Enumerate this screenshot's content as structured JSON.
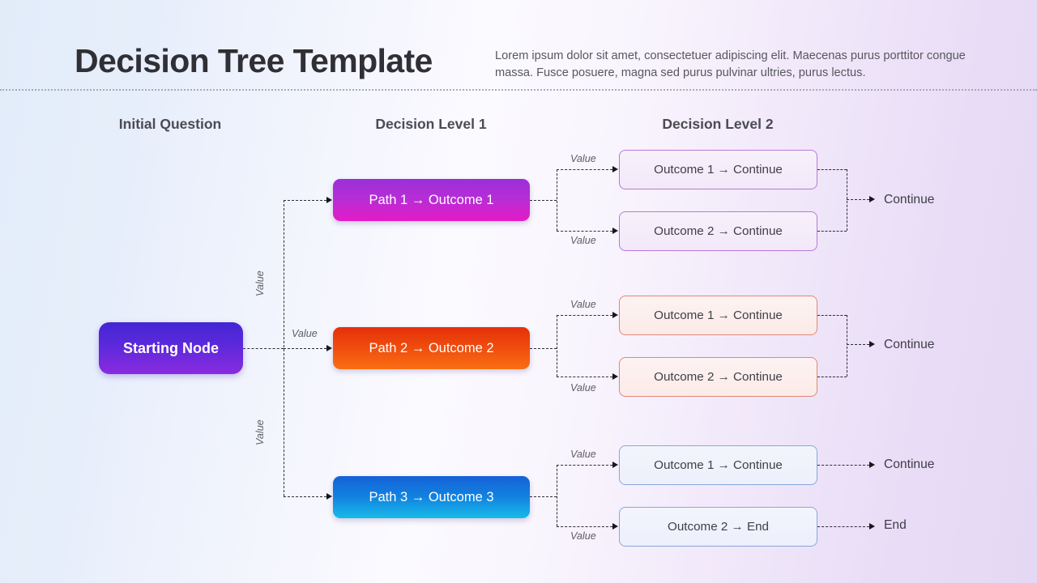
{
  "header": {
    "title": "Decision Tree Template",
    "description": "Lorem ipsum dolor sit amet, consectetuer adipiscing elit. Maecenas purus porttitor congue massa. Fusce posuere, magna sed purus pulvinar ultries, purus lectus."
  },
  "columns": [
    {
      "label": "Initial Question"
    },
    {
      "label": "Decision Level 1"
    },
    {
      "label": "Decision Level 2"
    }
  ],
  "start_node": {
    "label": "Starting Node"
  },
  "paths": [
    {
      "label": "Path 1 → Outcome 1",
      "edge_label": "Value",
      "color": "#b52ed6"
    },
    {
      "label": "Path 2 → Outcome 2",
      "edge_label": "Value",
      "color": "#ef4a0d"
    },
    {
      "label": "Path 3 → Outcome 3",
      "edge_label": "Value",
      "color": "#1283e0"
    }
  ],
  "groups": [
    {
      "outcomes": [
        {
          "label": "Outcome 1 → Continue",
          "edge_label": "Value"
        },
        {
          "label": "Outcome 2 → Continue",
          "edge_label": "Value"
        }
      ],
      "terminals": [
        {
          "label": "Continue"
        }
      ],
      "border_color": "#b878d8"
    },
    {
      "outcomes": [
        {
          "label": "Outcome 1 → Continue",
          "edge_label": "Value"
        },
        {
          "label": "Outcome 2 → Continue",
          "edge_label": "Value"
        }
      ],
      "terminals": [
        {
          "label": "Continue"
        }
      ],
      "border_color": "#e08878"
    },
    {
      "outcomes": [
        {
          "label": "Outcome 1 → Continue",
          "edge_label": "Value"
        },
        {
          "label": "Outcome 2 → End",
          "edge_label": "Value"
        }
      ],
      "terminals": [
        {
          "label": "Continue"
        },
        {
          "label": "End"
        }
      ],
      "border_color": "#86a8dd"
    }
  ],
  "theme": {
    "background_left": "#e2ecf9",
    "background_right": "#e4d8f4",
    "title_color": "#2f2f35",
    "line_color": "#2e2e38"
  }
}
